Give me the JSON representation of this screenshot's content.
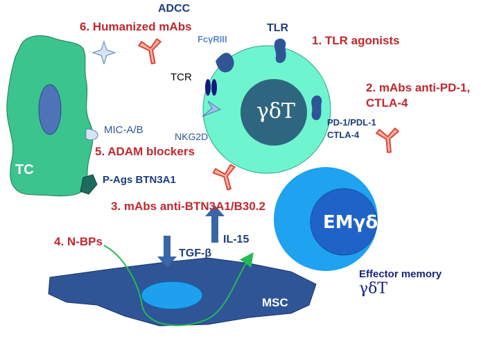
{
  "labels": {
    "adcc": "ADCC",
    "humanized": "6. Humanized mAbs",
    "fcgriii": "FcγRIII",
    "tlr": "TLR",
    "tlr_agonists": "1. TLR agonists",
    "anti_pd1": "2. mAbs anti-PD-1,",
    "ctla4_red": "CTLA-4",
    "tcr": "TCR",
    "gdt": "γδT",
    "mica": "MIC-A/B",
    "pd1pdl1": "PD-1/PDL-1",
    "ctla4_blue": "CTLA-4",
    "nkg2d": "NKG2D",
    "adam": "5. ADAM blockers",
    "tc": "TC",
    "pags": "P-Ags BTN3A1",
    "btn3a1": "3. mAbs anti-BTN3A1/B30.2",
    "il15": "IL-15",
    "nbps": "4. N-BPs",
    "tgfb": "TGF-β",
    "emgdt": "EMγδT",
    "effector_memory": "Effector memory",
    "gdt2": "γδT",
    "msc": "MSC"
  },
  "colors": {
    "tc_cell": "#3cc48e",
    "nucleus": "#4f73b8",
    "gd_cell": "#6ef5cf",
    "gd_nucleus": "#2e6680",
    "receptor": "#2f5597",
    "antibody_fill": "#f5b8a0",
    "antibody_stroke": "#e0413a",
    "em_outer": "#1fa2f0",
    "em_inner": "#1f63c8",
    "msc_cell": "#2f5597",
    "msc_nucleus": "#1ea0ee",
    "arrow": "#3a66a8",
    "green_arrow": "#22bb55",
    "red_text": "#c0272d"
  },
  "icons": [
    "antibody-icon",
    "star-ligand-icon",
    "receptor-icon",
    "up-arrow-icon",
    "down-arrow-icon",
    "curved-arrow-icon"
  ]
}
